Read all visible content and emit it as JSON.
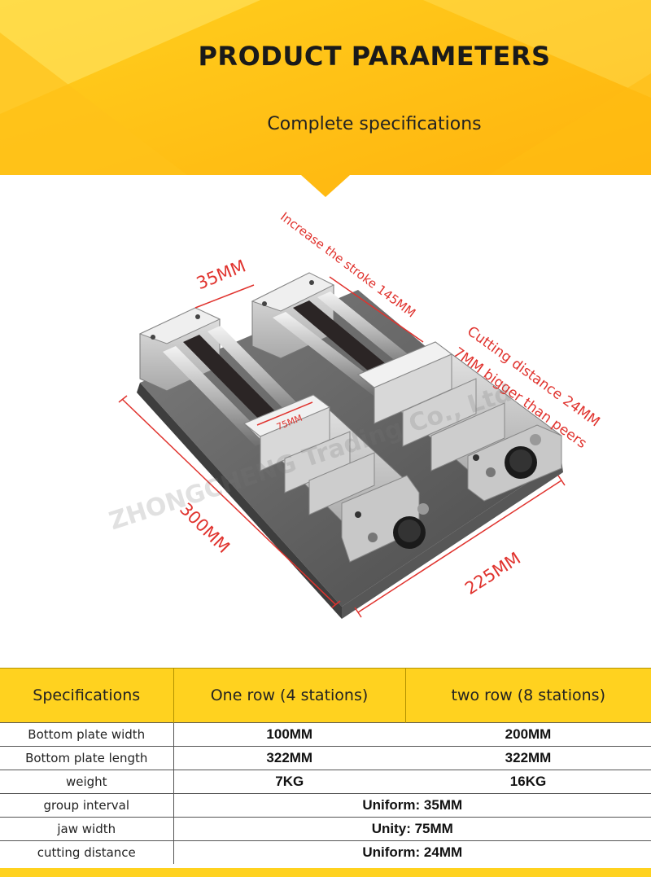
{
  "header": {
    "title": "PRODUCT PARAMETERS",
    "subtitle": "Complete specifications"
  },
  "product": {
    "annotations": {
      "stroke": "Increase the stroke 145MM",
      "cutting_1": "Cutting distance 24MM",
      "cutting_2": "7MM bigger than peers",
      "gap": "35MM",
      "jaw": "75MM",
      "length": "300MM",
      "width": "225MM"
    },
    "watermark": "ZHONGCHENG Trading Co., Ltd"
  },
  "table": {
    "headers": [
      "Specifications",
      "One row (4 stations)",
      "two row (8 stations)"
    ],
    "rows": [
      {
        "label": "Bottom plate width",
        "one": "100MM",
        "two": "200MM"
      },
      {
        "label": "Bottom plate length",
        "one": "322MM",
        "two": "322MM"
      },
      {
        "label": "weight",
        "one": "7KG",
        "two": "16KG"
      }
    ],
    "merged_rows": [
      {
        "label": "group interval",
        "value": "Uniform: 35MM"
      },
      {
        "label": "jaw width",
        "value": "Unity: 75MM"
      },
      {
        "label": "cutting distance",
        "value": "Uniform: 24MM"
      }
    ]
  },
  "colors": {
    "accent_yellow": "#ffd21f",
    "annotation_red": "#e0332e"
  }
}
